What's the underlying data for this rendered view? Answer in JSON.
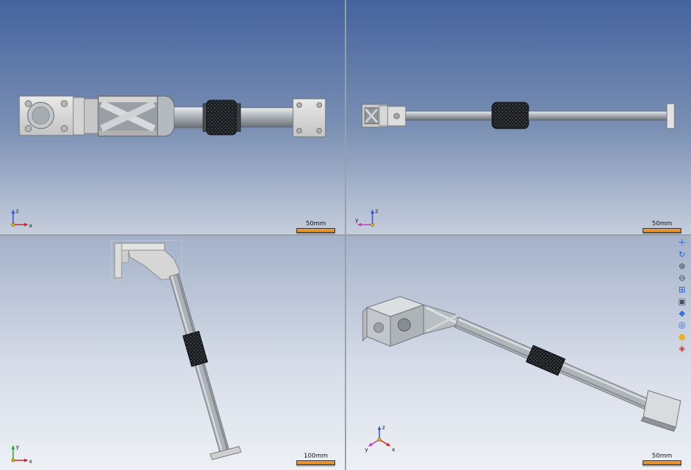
{
  "colors": {
    "bg_top": "#44639e",
    "bg_bottom": "#eef0f5",
    "divider": "#98a0aa",
    "scalebar_fill": "#e89130",
    "axis_x": "#cc2222",
    "axis_y_green": "#2e9e3e",
    "axis_y_magenta": "#bb3fbb",
    "axis_z": "#3355cc"
  },
  "viewports": [
    {
      "name": "front-view",
      "scale_label": "50mm",
      "axis_up": "z",
      "axis_side": "x"
    },
    {
      "name": "top-view",
      "scale_label": "50mm",
      "axis_up": "z",
      "axis_side": "y"
    },
    {
      "name": "side-view",
      "scale_label": "100mm",
      "axis_up": "y",
      "axis_side": "x"
    },
    {
      "name": "isometric-view",
      "scale_label": "50mm",
      "axis_up": "z",
      "axis_right": "x",
      "axis_left": "y"
    }
  ],
  "toolbar": {
    "icons": [
      {
        "name": "pan",
        "glyph": "＋",
        "color": "#2b62c4"
      },
      {
        "name": "orbit",
        "glyph": "↻",
        "color": "#2b62c4"
      },
      {
        "name": "zoom-in",
        "glyph": "⊕",
        "color": "#3f454c"
      },
      {
        "name": "zoom-out",
        "glyph": "⊖",
        "color": "#3f454c"
      },
      {
        "name": "zoom-window",
        "glyph": "⊞",
        "color": "#2b62c4"
      },
      {
        "name": "fit-view",
        "glyph": "▣",
        "color": "#4a5058"
      },
      {
        "name": "iso-view",
        "glyph": "◆",
        "color": "#3a6fd8"
      },
      {
        "name": "look-at",
        "glyph": "◎",
        "color": "#2b62c4"
      },
      {
        "name": "render-mode",
        "glyph": "●",
        "color": "#e8b126"
      },
      {
        "name": "measure",
        "glyph": "◈",
        "color": "#c23b3b"
      }
    ]
  }
}
